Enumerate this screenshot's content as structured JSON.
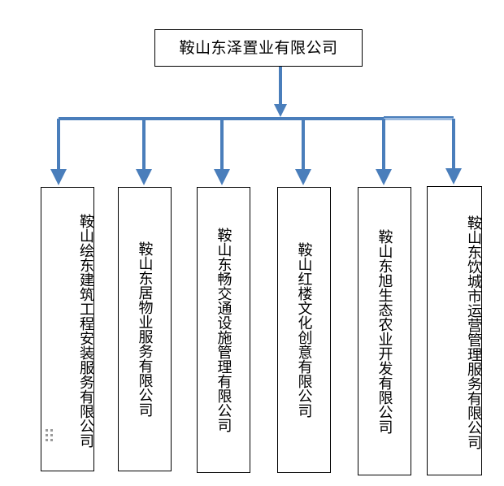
{
  "diagram": {
    "type": "org-chart",
    "title_node": {
      "label": "鞍山东泽置业有限公司"
    },
    "colors": {
      "connector": "#4A7EBB",
      "connector_light": "#9DBBDF",
      "node_border": "#000000",
      "node_fill": "#FFFFFF",
      "text": "#000000",
      "handle_dot": "#9A9A9A"
    },
    "children": [
      {
        "label": "鞍山绘东建筑工程安装服务有限公司"
      },
      {
        "label": "鞍山东居物业服务有限公司"
      },
      {
        "label": "鞍山东畅交通设施管理有限公司"
      },
      {
        "label": "鞍山红楼文化创意有限公司"
      },
      {
        "label": "鞍山东旭生态农业开发有限公司"
      },
      {
        "label": "鞍山东饮城市运营管理服务有限公司"
      }
    ]
  }
}
